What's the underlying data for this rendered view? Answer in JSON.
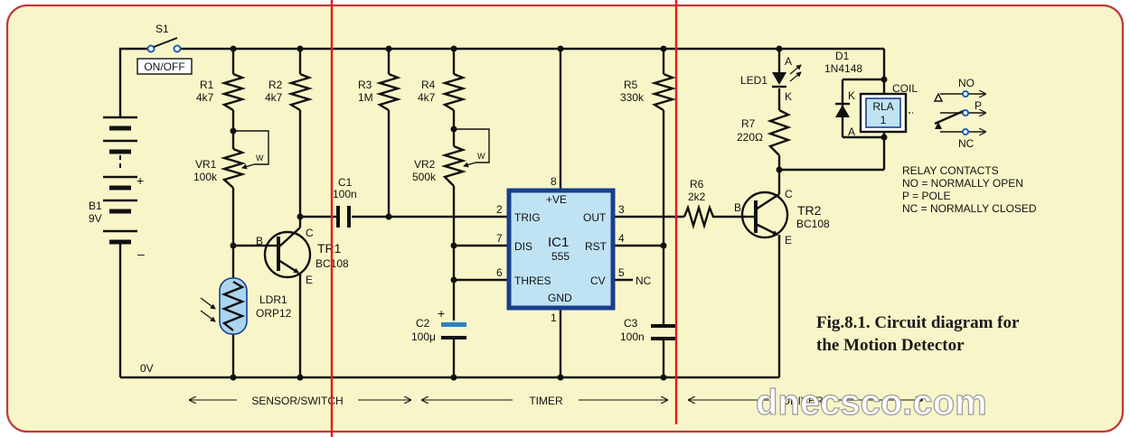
{
  "colors": {
    "background": "#f8f6c8",
    "border": "#c0393b",
    "divider": "#e21b1b",
    "ic_fill": "#bfe3f3",
    "ic_border": "#1a3d8f",
    "ldr_fill": "#a9d5ee",
    "capacitor_accent": "#2f7fc2",
    "wire": "#111111"
  },
  "switch": {
    "name": "S1",
    "label": "ON/OFF"
  },
  "battery": {
    "name": "B1",
    "value": "9V",
    "plus": "+",
    "minus": "–"
  },
  "resistors": {
    "r1": {
      "name": "R1",
      "value": "4k7"
    },
    "r2": {
      "name": "R2",
      "value": "4k7"
    },
    "r3": {
      "name": "R3",
      "value": "1M"
    },
    "r4": {
      "name": "R4",
      "value": "4k7"
    },
    "r5": {
      "name": "R5",
      "value": "330k"
    },
    "r6": {
      "name": "R6",
      "value": "2k2"
    },
    "r7": {
      "name": "R7",
      "value": "220Ω"
    }
  },
  "pots": {
    "vr1": {
      "name": "VR1",
      "value": "100k",
      "wiper": "W"
    },
    "vr2": {
      "name": "VR2",
      "value": "500k",
      "wiper": "W"
    }
  },
  "capacitors": {
    "c1": {
      "name": "C1",
      "value": "100n"
    },
    "c2": {
      "name": "C2",
      "value": "100μ",
      "plus": "+"
    },
    "c3": {
      "name": "C3",
      "value": "100n"
    }
  },
  "ldr": {
    "name": "LDR1",
    "value": "ORP12"
  },
  "transistors": {
    "tr1": {
      "name": "TR1",
      "type": "BC108",
      "b": "B",
      "c": "C",
      "e": "E"
    },
    "tr2": {
      "name": "TR2",
      "type": "BC108",
      "b": "B",
      "c": "C",
      "e": "E"
    }
  },
  "ic": {
    "name": "IC1",
    "type": "555",
    "pins": {
      "ve": "+VE",
      "trig": "TRIG",
      "dis": "DIS",
      "thres": "THRES",
      "gnd": "GND",
      "out": "OUT",
      "rst": "RST",
      "cv": "CV"
    },
    "pin_numbers": {
      "p8": "8",
      "p2": "2",
      "p7": "7",
      "p6": "6",
      "p1": "1",
      "p3": "3",
      "p4": "4",
      "p5": "5"
    },
    "nc": "NC"
  },
  "led": {
    "name": "LED1",
    "anode": "A",
    "cathode": "K"
  },
  "diode": {
    "name": "D1",
    "type": "1N4148",
    "cathode": "K",
    "anode": "A"
  },
  "relay": {
    "name": "RLA",
    "number": "1",
    "coil": "COIL",
    "no": "NO",
    "p": "P",
    "nc": "NC"
  },
  "ground": {
    "label": "0V"
  },
  "legend": {
    "title": "RELAY CONTACTS",
    "no": "NO = NORMALLY OPEN",
    "p": "P = POLE",
    "nc": "NC = NORMALLY CLOSED"
  },
  "sections": {
    "sensor": "SENSOR/SWITCH",
    "timer": "TIMER",
    "driver": "DRIVER"
  },
  "caption": {
    "line1": "Fig.8.1. Circuit diagram for",
    "line2": "the Motion Detector"
  },
  "watermark": "dnecsco.com"
}
